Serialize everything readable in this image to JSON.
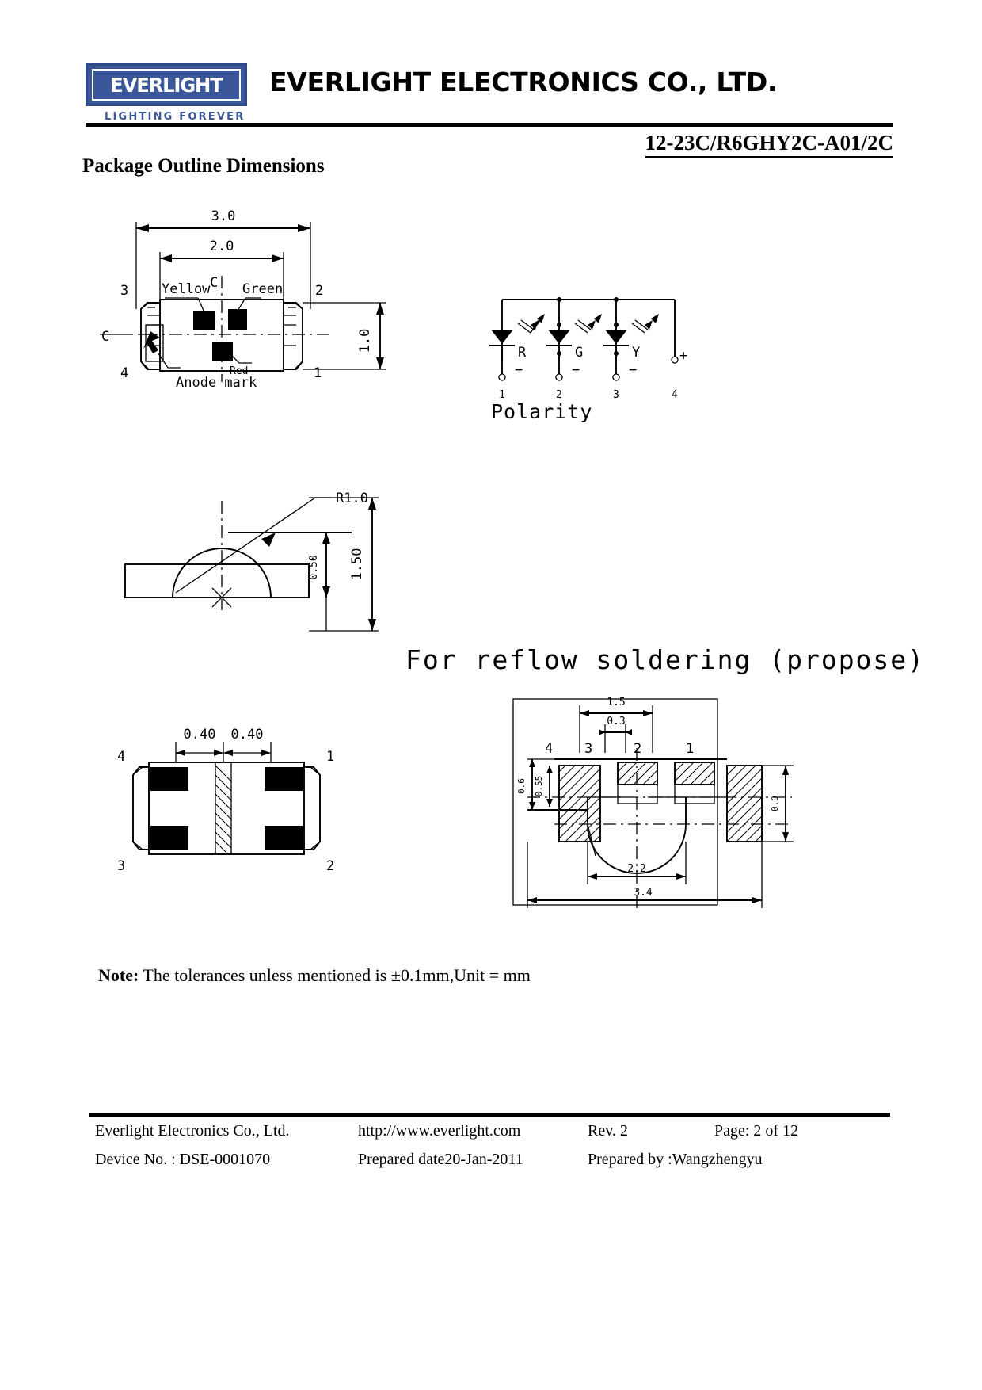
{
  "header": {
    "logo_text": "EVERLIGHT",
    "logo_tagline": "LIGHTING  FOREVER",
    "company_name": "EVERLIGHT ELECTRONICS CO., LTD.",
    "part_number": "12-23C/R6GHY2C-A01/2C",
    "brand_color": "#3a579a"
  },
  "section": {
    "title": "Package Outline Dimensions"
  },
  "top_view": {
    "name": "top-view-drawing",
    "dim_overall_width": "3.0",
    "dim_inner_width": "2.0",
    "dim_height": "1.0",
    "label_yellow": "Yellow",
    "label_green": "Green",
    "label_red": "Red",
    "label_anode": "Anode mark",
    "pin_top_left": "3",
    "pin_top_right": "2",
    "pin_bottom_left": "4",
    "pin_bottom_right": "1"
  },
  "polarity": {
    "title": "Polarity",
    "diodes": [
      "R",
      "G",
      "Y"
    ],
    "pins": [
      "1",
      "2",
      "3",
      "4"
    ],
    "minus_marks": [
      "−",
      "−",
      "−"
    ],
    "plus_mark": "+"
  },
  "side_view": {
    "name": "side-view-drawing",
    "dim_radius": "R1.0",
    "dim_lens_height": "0.50",
    "dim_total_height": "1.50"
  },
  "bottom_view": {
    "name": "bottom-view-drawing",
    "dim_left": "0.40",
    "dim_right": "0.40",
    "pin_top_left": "4",
    "pin_top_right": "1",
    "pin_bottom_left": "3",
    "pin_bottom_right": "2"
  },
  "reflow": {
    "title": "For reflow soldering (propose)",
    "dim_top_span": "1.5",
    "dim_gap": "0.3",
    "dim_pad_height_outer": "0.6",
    "dim_pad_height_inner": "0.55",
    "dim_right_height": "0.9",
    "dim_inner_width": "2.2",
    "dim_outer_width": "3.4",
    "pads": [
      "4",
      "3",
      "2",
      "1"
    ]
  },
  "note": {
    "label": "Note:",
    "text": " The tolerances unless mentioned is  ±0.1mm,Unit = mm"
  },
  "footer": {
    "company": "Everlight Electronics Co., Ltd.",
    "website": "http://www.everlight.com",
    "revision": "Rev. 2",
    "page": "Page: 2 of 12",
    "device_no": "Device No. : DSE-0001070",
    "prepared_date": "Prepared date20-Jan-2011",
    "prepared_by": "Prepared by :Wangzhengyu"
  }
}
